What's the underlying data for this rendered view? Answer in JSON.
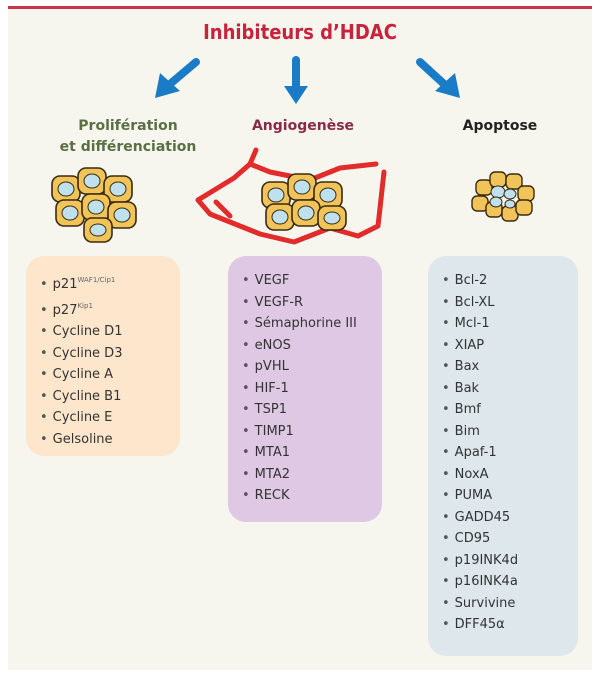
{
  "title": "Inhibiteurs d’HDAC",
  "colors": {
    "title": "#c8223c",
    "arrow": "#1a7cc6",
    "proliferation_title": "#5b6f45",
    "angiogenese_title": "#8a2a48",
    "apoptose_title": "#222222",
    "cell_fill": "#f1c45a",
    "cell_nucleus": "#bfe1ee",
    "vessel": "#e22b2b"
  },
  "columns": [
    {
      "title_lines": [
        "Prolifération",
        "et différenciation"
      ],
      "items": [
        {
          "text": "p21",
          "sup": "WAF1/Cip1"
        },
        {
          "text": "p27",
          "sup": "Kip1"
        },
        {
          "text": "Cycline D1"
        },
        {
          "text": "Cycline D3"
        },
        {
          "text": "Cycline A"
        },
        {
          "text": "Cycline B1"
        },
        {
          "text": "Cycline E"
        },
        {
          "text": "Gelsoline"
        }
      ]
    },
    {
      "title_lines": [
        "Angiogenèse"
      ],
      "items": [
        {
          "text": "VEGF"
        },
        {
          "text": "VEGF-R"
        },
        {
          "text": "Sémaphorine III"
        },
        {
          "text": "eNOS"
        },
        {
          "text": "pVHL"
        },
        {
          "text": "HIF-1"
        },
        {
          "text": "TSP1"
        },
        {
          "text": "TIMP1"
        },
        {
          "text": "MTA1"
        },
        {
          "text": "MTA2"
        },
        {
          "text": "RECK"
        }
      ]
    },
    {
      "title_lines": [
        "Apoptose"
      ],
      "items": [
        {
          "text": "Bcl-2"
        },
        {
          "text": "Bcl-XL"
        },
        {
          "text": "Mcl-1"
        },
        {
          "text": "XIAP"
        },
        {
          "text": "Bax"
        },
        {
          "text": "Bak"
        },
        {
          "text": "Bmf"
        },
        {
          "text": "Bim"
        },
        {
          "text": "Apaf-1"
        },
        {
          "text": "NoxA"
        },
        {
          "text": "PUMA"
        },
        {
          "text": "GADD45"
        },
        {
          "text": "CD95"
        },
        {
          "text": "p19INK4d"
        },
        {
          "text": "p16INK4a"
        },
        {
          "text": "Survivine"
        },
        {
          "text": "DFF45α"
        }
      ]
    }
  ]
}
